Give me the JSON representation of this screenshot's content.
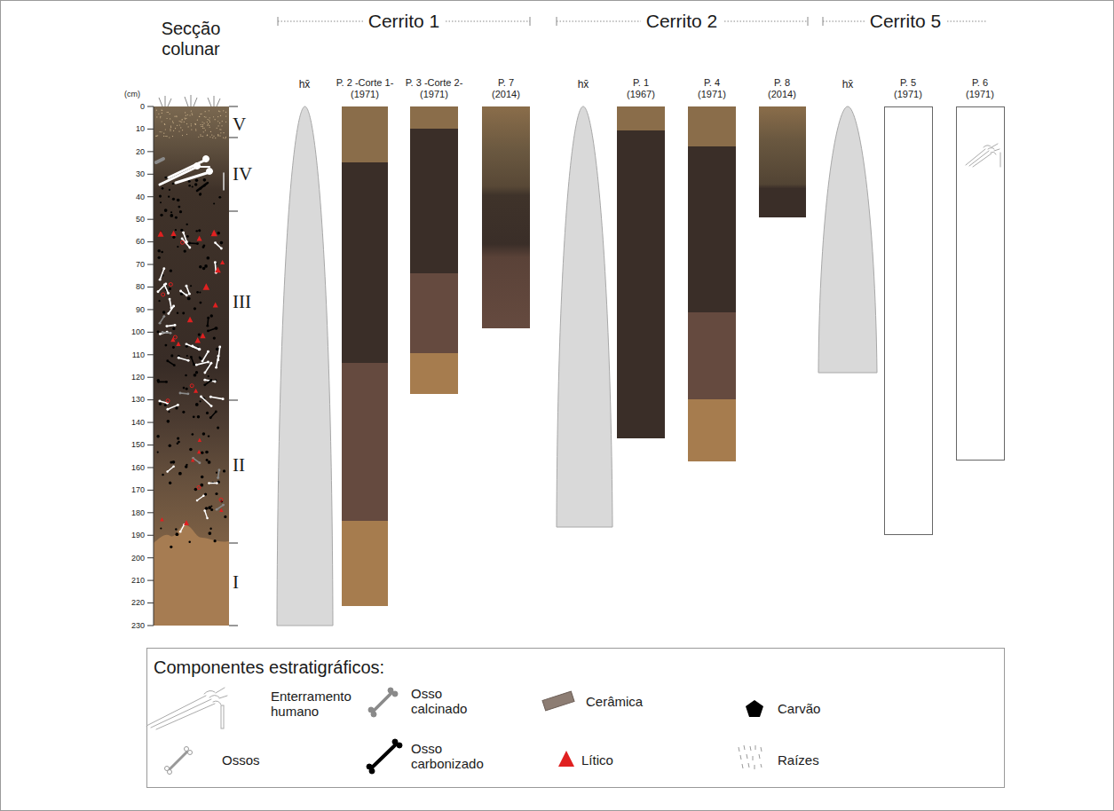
{
  "diagram": {
    "labels": [
      "Secção colunar",
      "(cm)",
      "0",
      "10",
      "20",
      "30",
      "40",
      "50",
      "60",
      "70",
      "80",
      "90",
      "100",
      "110",
      "120",
      "130",
      "140",
      "150",
      "160",
      "170",
      "180",
      "190",
      "200",
      "210",
      "220",
      "230",
      "V",
      "IV",
      "III",
      "II",
      "I",
      "Cerrito 1",
      "hx̄",
      "P. 2 -Corte 1- (1971)",
      "P. 3 -Corte 2- (1971)",
      "P. 7 (2014)",
      "Cerrito 2",
      "hx̄",
      "P. 1 (1967)",
      "P. 4 (1971)",
      "P. 8 (2014)",
      "Cerrito 5",
      "hx̄",
      "P. 5 (1971)",
      "P. 6 (1971)",
      "Componentes estratigráficos:"
    ],
    "legend": [
      {
        "text": "Enterramento humano"
      },
      {
        "text": "Ossos"
      },
      {
        "text": "Osso calcinado"
      },
      {
        "text": "Osso carbonizado"
      },
      {
        "text": "Cerâmica"
      },
      {
        "text": "Lítico"
      },
      {
        "text": "Carvão"
      },
      {
        "text": "Raízes"
      }
    ]
  }
}
